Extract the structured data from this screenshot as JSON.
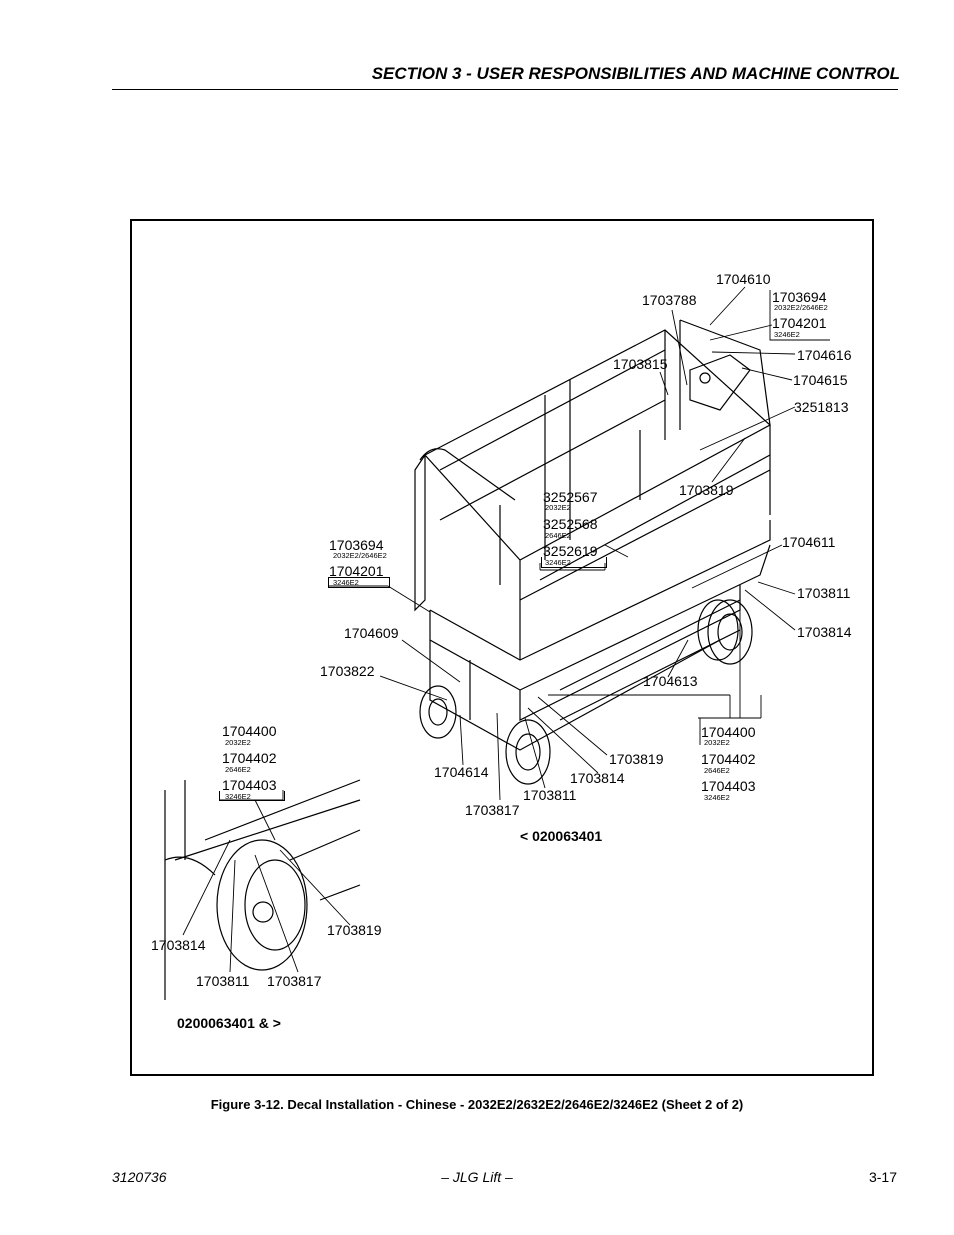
{
  "header": {
    "section_title": "SECTION 3 - USER RESPONSIBILITIES AND MACHINE CONTROL"
  },
  "figure": {
    "callouts": [
      {
        "id": "c1",
        "text": "1704610"
      },
      {
        "id": "c2",
        "text": "1703788"
      },
      {
        "id": "c3",
        "text": "1703694"
      },
      {
        "id": "c3s",
        "text": "2032E2/2646E2"
      },
      {
        "id": "c4",
        "text": "1704201"
      },
      {
        "id": "c4s",
        "text": "3246E2"
      },
      {
        "id": "c5",
        "text": "1704616"
      },
      {
        "id": "c6",
        "text": "1703815"
      },
      {
        "id": "c7",
        "text": "1704615"
      },
      {
        "id": "c8",
        "text": "3251813"
      },
      {
        "id": "c9",
        "text": "3252567"
      },
      {
        "id": "c9s",
        "text": "2032E2"
      },
      {
        "id": "c10",
        "text": "1703819"
      },
      {
        "id": "c11",
        "text": "3252568"
      },
      {
        "id": "c11s",
        "text": "2646E2"
      },
      {
        "id": "c12",
        "text": "3252619"
      },
      {
        "id": "c12s",
        "text": "3246E2"
      },
      {
        "id": "c13",
        "text": "1704611"
      },
      {
        "id": "c14",
        "text": "1703694"
      },
      {
        "id": "c14s",
        "text": "2032E2/2646E2"
      },
      {
        "id": "c15",
        "text": "1704201"
      },
      {
        "id": "c15s",
        "text": "3246E2"
      },
      {
        "id": "c16",
        "text": "1703811"
      },
      {
        "id": "c17",
        "text": "1704609"
      },
      {
        "id": "c18",
        "text": "1703814"
      },
      {
        "id": "c19",
        "text": "1703822"
      },
      {
        "id": "c20",
        "text": "1704613"
      },
      {
        "id": "c21",
        "text": "1704400"
      },
      {
        "id": "c21s",
        "text": "2032E2"
      },
      {
        "id": "c22",
        "text": "1704400"
      },
      {
        "id": "c22s",
        "text": "2032E2"
      },
      {
        "id": "c23",
        "text": "1704402"
      },
      {
        "id": "c23s",
        "text": "2646E2"
      },
      {
        "id": "c24",
        "text": "1703819"
      },
      {
        "id": "c25",
        "text": "1704402"
      },
      {
        "id": "c25s",
        "text": "2646E2"
      },
      {
        "id": "c26",
        "text": "1704614"
      },
      {
        "id": "c27",
        "text": "1703814"
      },
      {
        "id": "c28",
        "text": "1704403"
      },
      {
        "id": "c28s",
        "text": "3246E2"
      },
      {
        "id": "c29",
        "text": "1703811"
      },
      {
        "id": "c30",
        "text": "1704403"
      },
      {
        "id": "c30s",
        "text": "3246E2"
      },
      {
        "id": "c31",
        "text": "1703817"
      },
      {
        "id": "c32",
        "text": "1703819"
      },
      {
        "id": "c33",
        "text": "1703814"
      },
      {
        "id": "c34",
        "text": "1703811"
      },
      {
        "id": "c35",
        "text": "1703817"
      }
    ],
    "serial_upper": "< 020063401",
    "serial_lower": "0200063401 & >",
    "caption": "Figure 3-12.  Decal Installation - Chinese - 2032E2/2632E2/2646E2/3246E2 (Sheet 2 of 2)"
  },
  "footer": {
    "left": "3120736",
    "center": "– JLG Lift –",
    "right": "3-17"
  }
}
